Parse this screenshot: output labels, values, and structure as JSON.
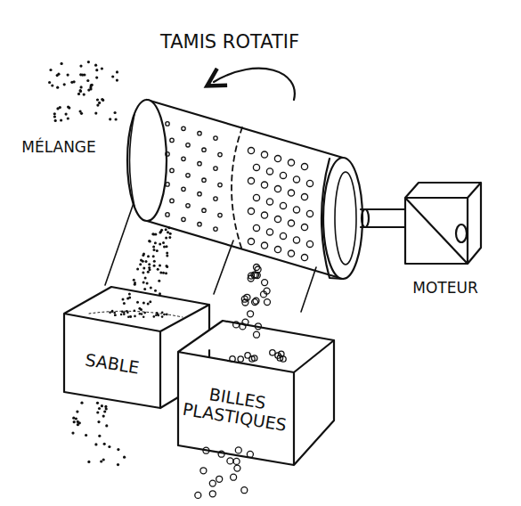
{
  "diagram": {
    "title": "TAMIS ROTATIF",
    "nodes": [
      {
        "text": [
          "SABLE"
        ]
      },
      {
        "text": [
          "BILLES PLASTIQUES"
        ]
      }
    ],
    "labels": [
      "MÉLANGE",
      "MOTEUR"
    ]
  }
}
